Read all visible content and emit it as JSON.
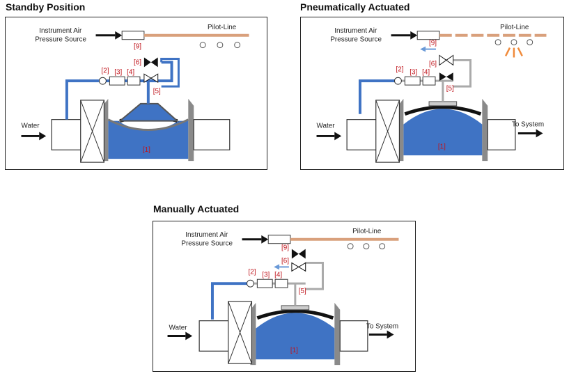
{
  "panels": [
    {
      "title": "Standby Position",
      "source_line1": "Instrument Air",
      "source_line2": "Pressure Source",
      "pilot_line": "Pilot-Line",
      "water": "Water",
      "to_system": "",
      "labels": {
        "l1": "[1]",
        "l2": "[2]",
        "l3": "[3]",
        "l4": "[4]",
        "l5": "[5]",
        "l6": "[6]",
        "l9": "[9]"
      }
    },
    {
      "title": "Pneumatically Actuated",
      "source_line1": "Instrument Air",
      "source_line2": "Pressure Source",
      "pilot_line": "Pilot-Line",
      "water": "Water",
      "to_system": "To System",
      "labels": {
        "l1": "[1]",
        "l2": "[2]",
        "l3": "[3]",
        "l4": "[4]",
        "l5": "[5]",
        "l6": "[6]",
        "l9": "[9]"
      }
    },
    {
      "title": "Manually Actuated",
      "source_line1": "Instrument Air",
      "source_line2": "Pressure Source",
      "pilot_line": "Pilot-Line",
      "water": "Water",
      "to_system": "To System",
      "labels": {
        "l1": "[1]",
        "l2": "[2]",
        "l3": "[3]",
        "l4": "[4]",
        "l5": "[5]",
        "l6": "[6]",
        "l9": "[9]"
      }
    }
  ],
  "colors": {
    "water": "#3f73c4",
    "pipe_blue": "#3f73c4",
    "pilot": "#d9a07c",
    "label_red": "#c0141c",
    "steel": "#8a8a8a",
    "spray": "#f08a3a"
  }
}
